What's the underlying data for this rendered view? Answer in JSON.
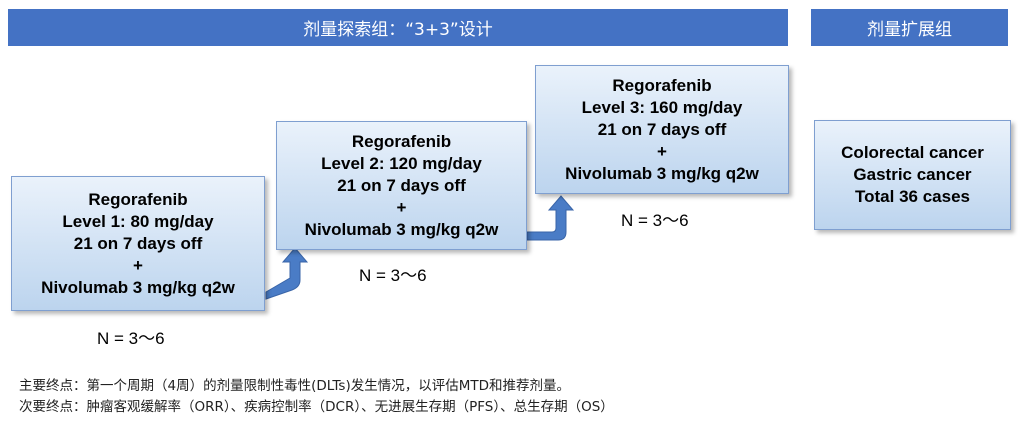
{
  "headers": {
    "escalation": "剂量探索组：“3+3”设计",
    "expansion": "剂量扩展组"
  },
  "levels": [
    {
      "drug": "Regorafenib",
      "dose": "Level 1:  80 mg/day",
      "schedule": "21 on 7 days off",
      "plus": "+",
      "combo": "Nivolumab 3 mg/kg q2w",
      "n": "N = 3～6"
    },
    {
      "drug": "Regorafenib",
      "dose": "Level 2: 120 mg/day",
      "schedule": "21 on 7 days off",
      "plus": "+",
      "combo": "Nivolumab 3 mg/kg q2w",
      "n": "N = 3～6"
    },
    {
      "drug": "Regorafenib",
      "dose": "Level 3: 160 mg/day",
      "schedule": "21 on 7 days off",
      "plus": "+",
      "combo": "Nivolumab 3 mg/kg q2w",
      "n": "N = 3～6"
    }
  ],
  "expansion_box": {
    "line1": "Colorectal cancer",
    "line2": "Gastric cancer",
    "line3": "Total 36 cases"
  },
  "endpoints": {
    "primary": "主要终点：第一个周期（4周）的剂量限制性毒性(DLTs)发生情况，以评估MTD和推荐剂量。",
    "secondary": "次要终点：肿瘤客观缓解率（ORR）、疾病控制率（DCR）、无进展生存期（PFS）、总生存期（OS）"
  },
  "colors": {
    "banner": "#4472c4",
    "arrow": "#4a7cc6",
    "box_border": "#7f9fd0"
  }
}
